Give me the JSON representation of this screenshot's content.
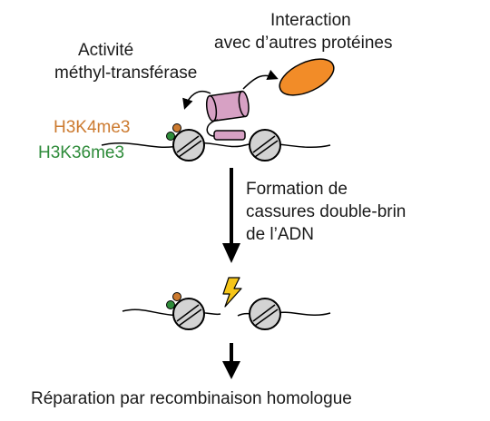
{
  "labels": {
    "interaction_line1": "Interaction",
    "interaction_line2": "avec d’autres protéines",
    "activity_line1": "Activité",
    "activity_line2": "méthyl-transférase",
    "mark_h3k4": "H3K4me3",
    "mark_h3k36": "H3K36me3",
    "step1_line1": "Formation de",
    "step1_line2": "cassures double-brin",
    "step1_line3": "de l’ADN",
    "outcome": "Réparation par recombinaison homologue"
  },
  "colors": {
    "h3k4": "#cc7a2f",
    "h3k36": "#2e8b3a",
    "protein": "#d7a1c4",
    "partner": "#f28c28",
    "bolt": "#f5c518",
    "nucleosome": "#d3d3d3"
  },
  "icons": {
    "dsb": "lightning-bolt-icon"
  }
}
